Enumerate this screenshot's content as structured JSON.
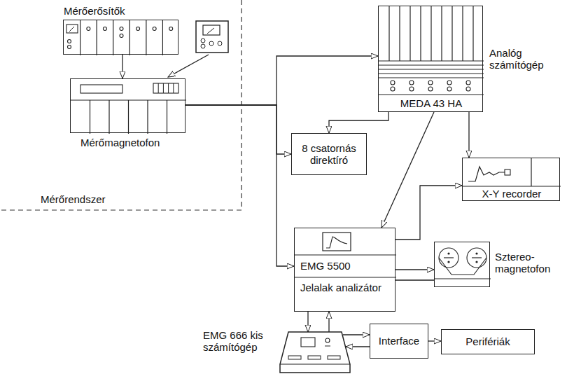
{
  "diagram": {
    "nodes": [
      {
        "text": [
          "Mérőerősítők"
        ]
      },
      {
        "text": [
          "Mérőmagnetofon"
        ]
      },
      {
        "text": [
          "Analóg számítógép",
          "MEDA 43 HA"
        ]
      },
      {
        "text": [
          "8 csatornás direktíró"
        ]
      },
      {
        "text": [
          "X-Y recorder"
        ]
      },
      {
        "text": [
          "EMG 5500",
          "Jelalak analizátor"
        ]
      },
      {
        "text": [
          "Sztereo- magnetofon"
        ]
      },
      {
        "text": [
          "EMG 666 kis számítógép"
        ]
      },
      {
        "text": [
          "Interface"
        ]
      },
      {
        "text": [
          "Perifériák"
        ]
      }
    ],
    "edges": [
      {
        "from": 0,
        "to": 1,
        "arrow": "to"
      },
      {
        "from": 1,
        "to": 2,
        "arrow": "to"
      },
      {
        "from": 1,
        "to": 3,
        "arrow": "to"
      },
      {
        "from": 1,
        "to": 5,
        "arrow": "to"
      },
      {
        "from": 2,
        "to": 3,
        "arrow": "to"
      },
      {
        "from": 2,
        "to": 5,
        "arrow": "to"
      },
      {
        "from": 2,
        "to": 4,
        "arrow": "to"
      },
      {
        "from": 5,
        "to": 4,
        "arrow": "to"
      },
      {
        "from": 5,
        "to": 6,
        "arrow": "to"
      },
      {
        "from": 6,
        "to": 5,
        "arrow": "to"
      },
      {
        "from": 5,
        "to": 7,
        "arrow": "to"
      },
      {
        "from": 7,
        "to": 5,
        "arrow": "to"
      },
      {
        "from": 7,
        "to": 8,
        "arrow": "to"
      },
      {
        "from": 8,
        "to": 7,
        "arrow": "to"
      },
      {
        "from": 8,
        "to": 9,
        "arrow": "to"
      }
    ],
    "labels": [
      "Mérőrendszer"
    ]
  }
}
